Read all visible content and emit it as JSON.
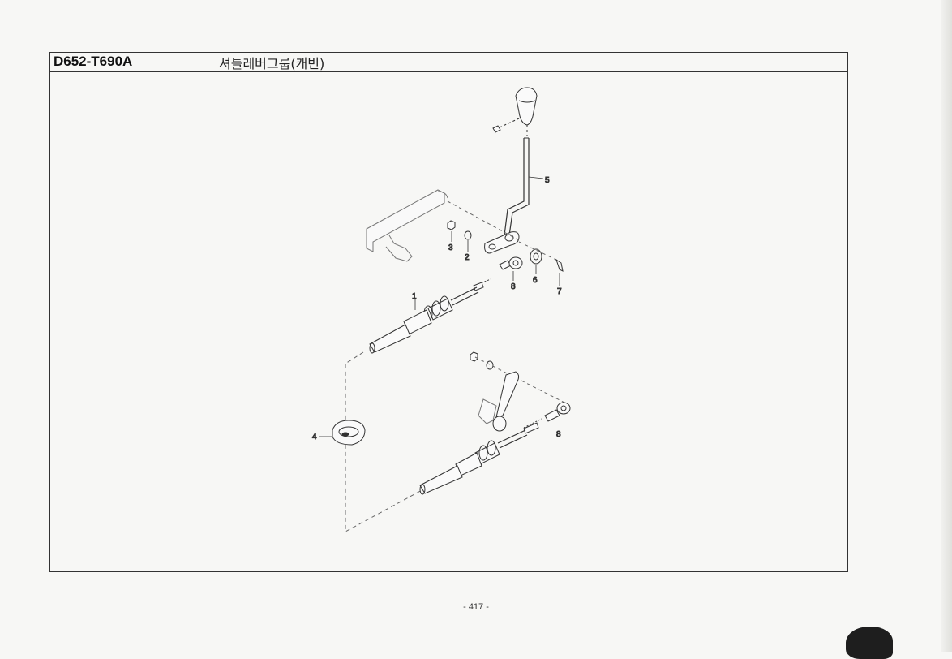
{
  "header": {
    "part_code": "D652-T690A",
    "group_title": "셔틀레버그룹(캐빈)"
  },
  "callouts": {
    "c1": "1",
    "c2": "2",
    "c3": "3",
    "c4": "4",
    "c5": "5",
    "c6": "6",
    "c7": "7",
    "c8a": "8",
    "c8b": "8"
  },
  "footer": {
    "page_number": "- 417 -"
  },
  "colors": {
    "line": "#333333",
    "paper": "#f7f7f5"
  }
}
